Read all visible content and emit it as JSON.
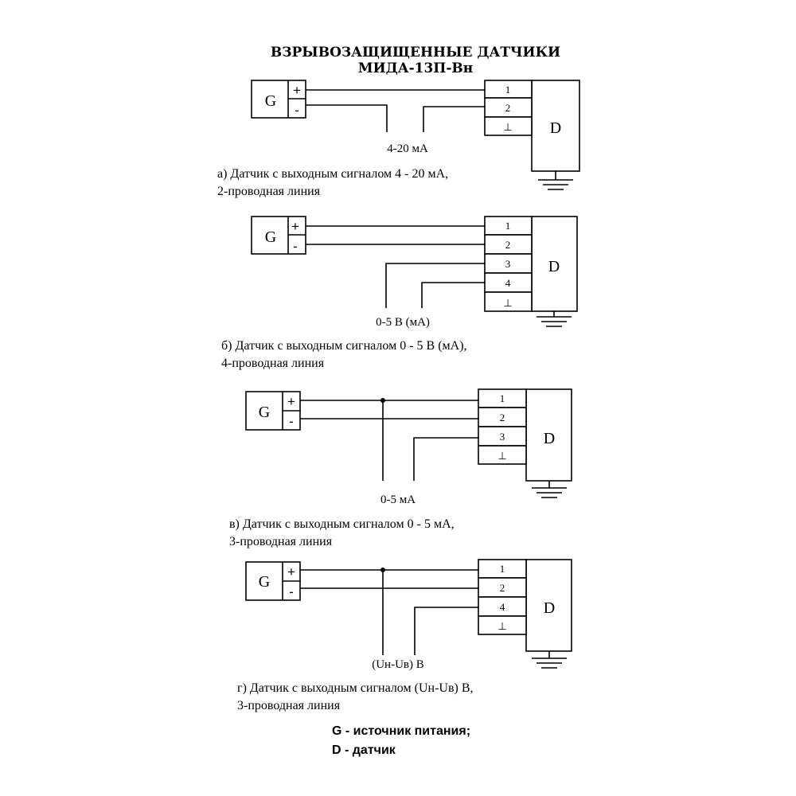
{
  "title": {
    "line1": "ВЗРЫВОЗАЩИЩЕННЫЕ ДАТЧИКИ",
    "line2": "МИДА-13П-Вн"
  },
  "source_label": "G",
  "sensor_label": "D",
  "plus_sign": "+",
  "minus_sign": "-",
  "ground_pin_symbol": "⊥",
  "diagrams": {
    "a": {
      "pins": [
        "1",
        "2",
        "⊥"
      ],
      "signal_label": "4-20 мА",
      "caption_line1": "а) Датчик с выходным сигналом 4 - 20 мА,",
      "caption_line2": "2-проводная линия"
    },
    "b": {
      "pins": [
        "1",
        "2",
        "3",
        "4",
        "⊥"
      ],
      "signal_label": "0-5 В (мА)",
      "caption_line1": "б) Датчик с выходным сигналом 0 - 5 В (мА),",
      "caption_line2": "4-проводная линия"
    },
    "c": {
      "pins": [
        "1",
        "2",
        "3",
        "⊥"
      ],
      "signal_label": "0-5 мА",
      "caption_line1": "в) Датчик с выходным сигналом 0 - 5 мА,",
      "caption_line2": "3-проводная линия"
    },
    "d": {
      "pins": [
        "1",
        "2",
        "4",
        "⊥"
      ],
      "signal_label": "(Uн-Uв) В",
      "caption_line1": "г) Датчик с выходным сигналом (Uн-Uв) В,",
      "caption_line2": "3-проводная линия"
    }
  },
  "legend": {
    "g_line": "G - источник питания;",
    "d_line": "D - датчик"
  }
}
